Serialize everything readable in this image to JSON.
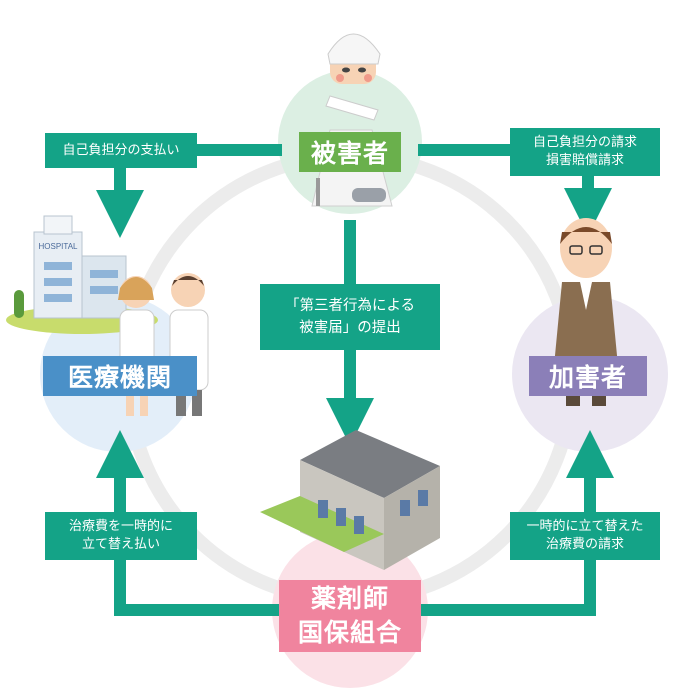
{
  "diagram": {
    "nodes": {
      "victim": {
        "label": "被害者"
      },
      "medical": {
        "label": "医療機関"
      },
      "offender": {
        "label": "加害者"
      },
      "insurer": {
        "line1": "薬剤師",
        "line2": "国保組合"
      }
    },
    "flows": {
      "victim_to_medical": {
        "line1": "自己負担分の支払い"
      },
      "victim_to_offender": {
        "line1": "自己負担分の請求",
        "line2": "損害賠償請求"
      },
      "victim_to_insurer": {
        "line1": "「第三者行為による",
        "line2": "被害届」の提出"
      },
      "insurer_to_medical": {
        "line1": "治療費を一時的に",
        "line2": "立て替え払い"
      },
      "insurer_to_offender": {
        "line1": "一時的に立て替えた",
        "line2": "治療費の請求"
      }
    },
    "illustrations": {
      "hospital_sign": "HOSPITAL"
    },
    "colors": {
      "connector": "#14a387",
      "victim_label": "#6ab04c",
      "medical_label": "#4a90c8",
      "offender_label": "#8b7fb8",
      "insurer_label": "#f0849e",
      "victim_circle": "#dcefe3",
      "medical_circle": "#e3eef9",
      "offender_circle": "#ebe7f2",
      "insurer_circle": "#fbe1e7",
      "ring": "#ececec"
    }
  }
}
